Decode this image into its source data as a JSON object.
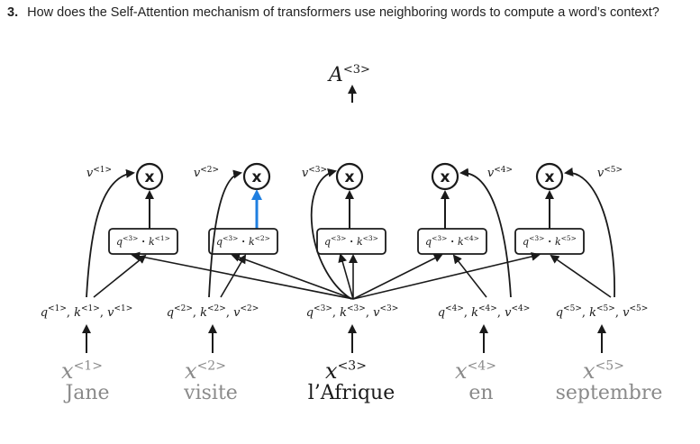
{
  "question": {
    "number": "3.",
    "text": "How does the Self-Attention mechanism of transformers use neighboring words to compute a word’s context?"
  },
  "diagram": {
    "output": {
      "base": "A",
      "sup": "<3>"
    },
    "multiply_symbol": "x",
    "dot": "·",
    "columns": [
      {
        "word": "Jane",
        "x_base": "x",
        "x_sup": "<1>",
        "qkv": {
          "q": "q",
          "qs": "<1>",
          "k": "k",
          "ks": "<1>",
          "v": "v",
          "vs": "<1>"
        },
        "v_label": {
          "base": "v",
          "sup": "<1>"
        },
        "dot": {
          "q": "q",
          "qs": "<3>",
          "k": "k",
          "ks": "<1>"
        }
      },
      {
        "word": "visite",
        "x_base": "x",
        "x_sup": "<2>",
        "qkv": {
          "q": "q",
          "qs": "<2>",
          "k": "k",
          "ks": "<2>",
          "v": "v",
          "vs": "<2>"
        },
        "v_label": {
          "base": "v",
          "sup": "<2>"
        },
        "dot": {
          "q": "q",
          "qs": "<3>",
          "k": "k",
          "ks": "<2>"
        }
      },
      {
        "word": "l’Afrique",
        "x_base": "x",
        "x_sup": "<3>",
        "qkv": {
          "q": "q",
          "qs": "<3>",
          "k": "k",
          "ks": "<3>",
          "v": "v",
          "vs": "<3>"
        },
        "v_label": {
          "base": "v",
          "sup": "<3>"
        },
        "dot": {
          "q": "q",
          "qs": "<3>",
          "k": "k",
          "ks": "<3>"
        }
      },
      {
        "word": "en",
        "x_base": "x",
        "x_sup": "<4>",
        "qkv": {
          "q": "q",
          "qs": "<4>",
          "k": "k",
          "ks": "<4>",
          "v": "v",
          "vs": "<4>"
        },
        "v_label": {
          "base": "v",
          "sup": "<4>"
        },
        "dot": {
          "q": "q",
          "qs": "<3>",
          "k": "k",
          "ks": "<4>"
        }
      },
      {
        "word": "septembre",
        "x_base": "x",
        "x_sup": "<5>",
        "qkv": {
          "q": "q",
          "qs": "<5>",
          "k": "k",
          "ks": "<5>",
          "v": "v",
          "vs": "<5>"
        },
        "v_label": {
          "base": "v",
          "sup": "<5>"
        },
        "dot": {
          "q": "q",
          "qs": "<3>",
          "k": "k",
          "ks": "<5>"
        }
      }
    ],
    "colors": {
      "ink": "#1a1a1a",
      "highlight_arrow": "#1f7fe0",
      "faded_word": "#8a8a8a"
    }
  }
}
